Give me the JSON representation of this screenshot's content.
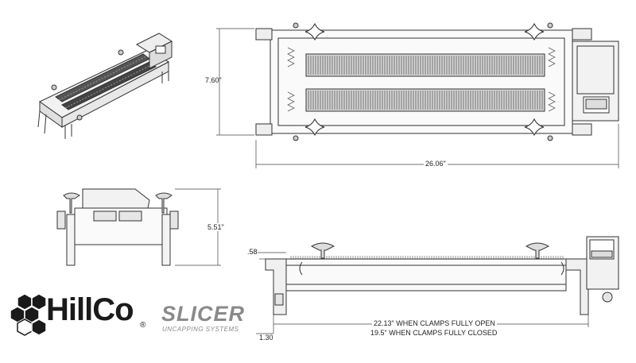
{
  "dimensions": {
    "top_height": "7.60\"",
    "top_length": "26.06\"",
    "end_height": "5.51\"",
    "side_small_top": ".58",
    "side_small_bottom": "1.30",
    "clamps_open": "22.13\" WHEN CLAMPS FULLY OPEN",
    "clamps_closed": "19.5\" WHEN CLAMPS FULLY CLOSED"
  },
  "brand": {
    "company": "HillCo",
    "registered": "®",
    "product": "SLICER",
    "tagline": "UNCAPPING SYSTEMS"
  },
  "colors": {
    "line": "#333333",
    "logo_dark": "#1a1a1a",
    "slicer_gray": "#8a8a8a"
  }
}
